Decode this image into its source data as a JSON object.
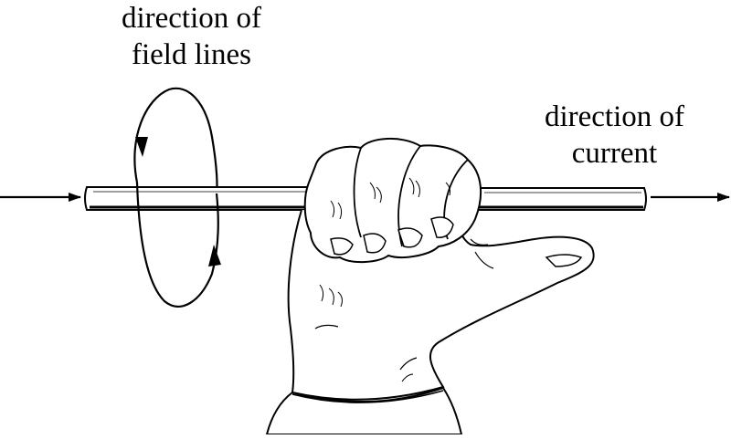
{
  "labels": {
    "field_lines": [
      "direction of",
      "field lines"
    ],
    "current": [
      "direction of",
      "current"
    ]
  },
  "colors": {
    "stroke": "#000000",
    "background": "#ffffff",
    "rod_fill": "#ffffff"
  },
  "icons": {
    "incoming_arrow": "arrow-right-icon",
    "outgoing_arrow": "arrow-right-icon",
    "field_loop": "circular-arrow-icon"
  }
}
